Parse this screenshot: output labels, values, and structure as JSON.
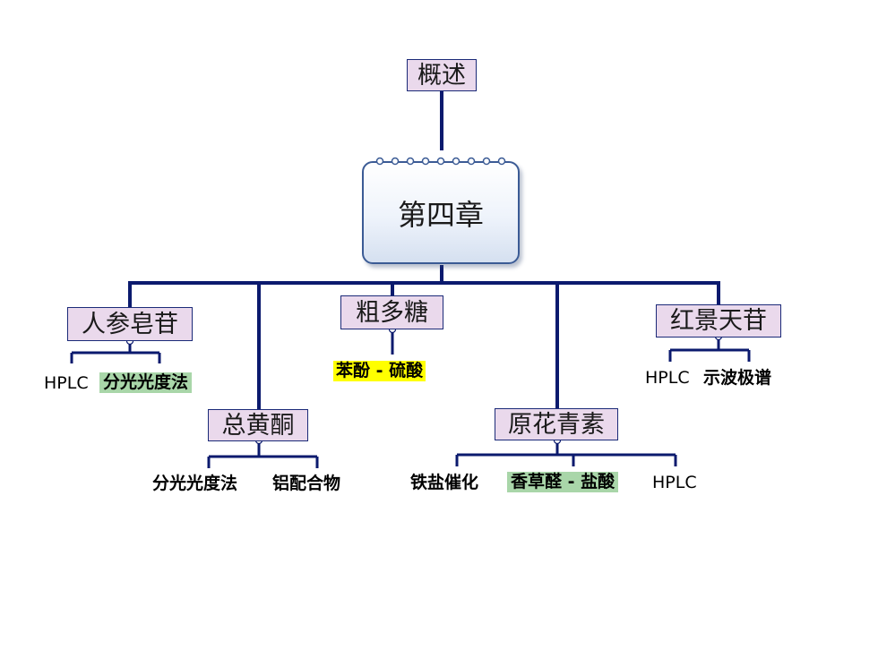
{
  "top_node": "概述",
  "center": "第四章",
  "branches": {
    "saponin": {
      "label": "人参皂苷",
      "methods": [
        "HPLC",
        "分光光度法"
      ]
    },
    "flavonoid": {
      "label": "总黄酮",
      "methods": [
        "分光光度法",
        "铝配合物"
      ]
    },
    "polysaccharide": {
      "label": "粗多糖",
      "methods": [
        "苯酚 - 硫酸"
      ]
    },
    "proanthocyanidin": {
      "label": "原花青素",
      "methods": [
        "铁盐催化",
        "香草醛 - 盐酸",
        "HPLC"
      ]
    },
    "salidroside": {
      "label": "红景天苷",
      "methods": [
        "HPLC",
        "示波极谱"
      ]
    }
  },
  "colors": {
    "line": "#0b1a6e",
    "node_fill": "#ead9ec",
    "green_highlight": "#a9d6a9",
    "yellow_highlight": "#ffff00"
  }
}
